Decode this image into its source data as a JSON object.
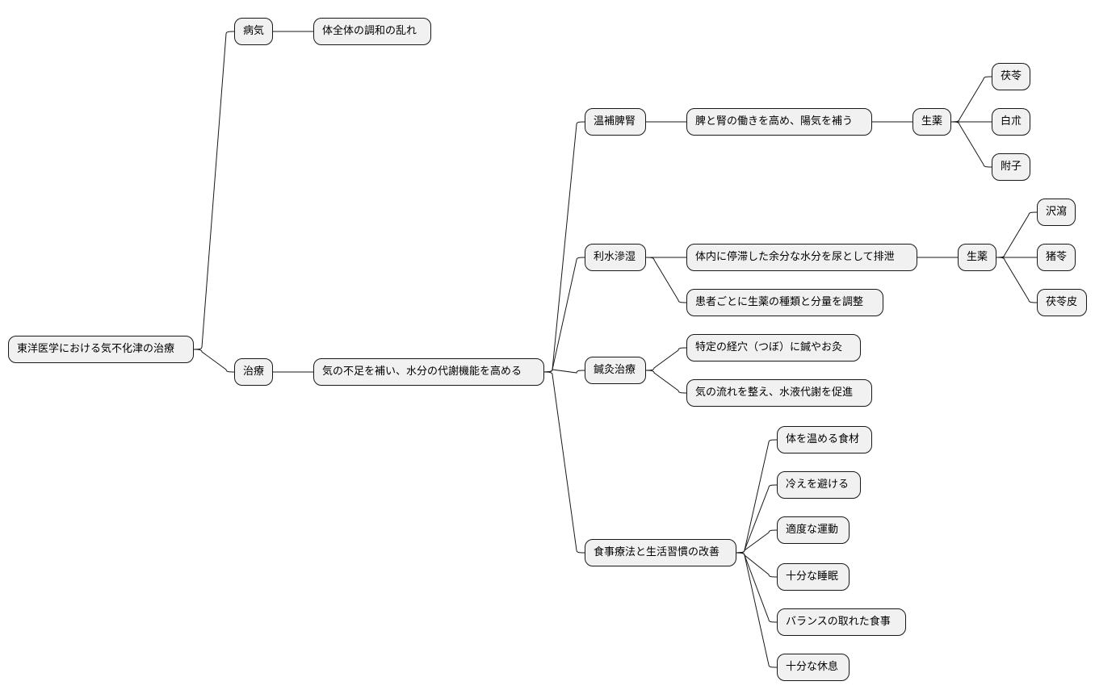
{
  "mindmap": {
    "root": "東洋医学における気不化津の治療",
    "byouki": {
      "label": "病気",
      "desc": "体全体の調和の乱れ"
    },
    "chiryou": {
      "label": "治療",
      "desc": "気の不足を補い、水分の代謝機能を高める",
      "onpo": {
        "label": "温補脾腎",
        "desc": "脾と腎の働きを高め、陽気を補う",
        "herb_label": "生薬",
        "herbs": [
          "茯苓",
          "白朮",
          "附子"
        ]
      },
      "risui": {
        "label": "利水滲湿",
        "desc": "体内に停滞した余分な水分を尿として排泄",
        "herb_label": "生薬",
        "herbs": [
          "沢瀉",
          "猪苓",
          "茯苓皮"
        ],
        "note": "患者ごとに生薬の種類と分量を調整"
      },
      "shinkyu": {
        "label": "鍼灸治療",
        "items": [
          "特定の経穴（つぼ）に鍼やお灸",
          "気の流れを整え、水液代謝を促進"
        ]
      },
      "shokuji": {
        "label": "食事療法と生活習慣の改善",
        "items": [
          "体を温める食材",
          "冷えを避ける",
          "適度な運動",
          "十分な睡眠",
          "バランスの取れた食事",
          "十分な休息"
        ]
      }
    }
  }
}
